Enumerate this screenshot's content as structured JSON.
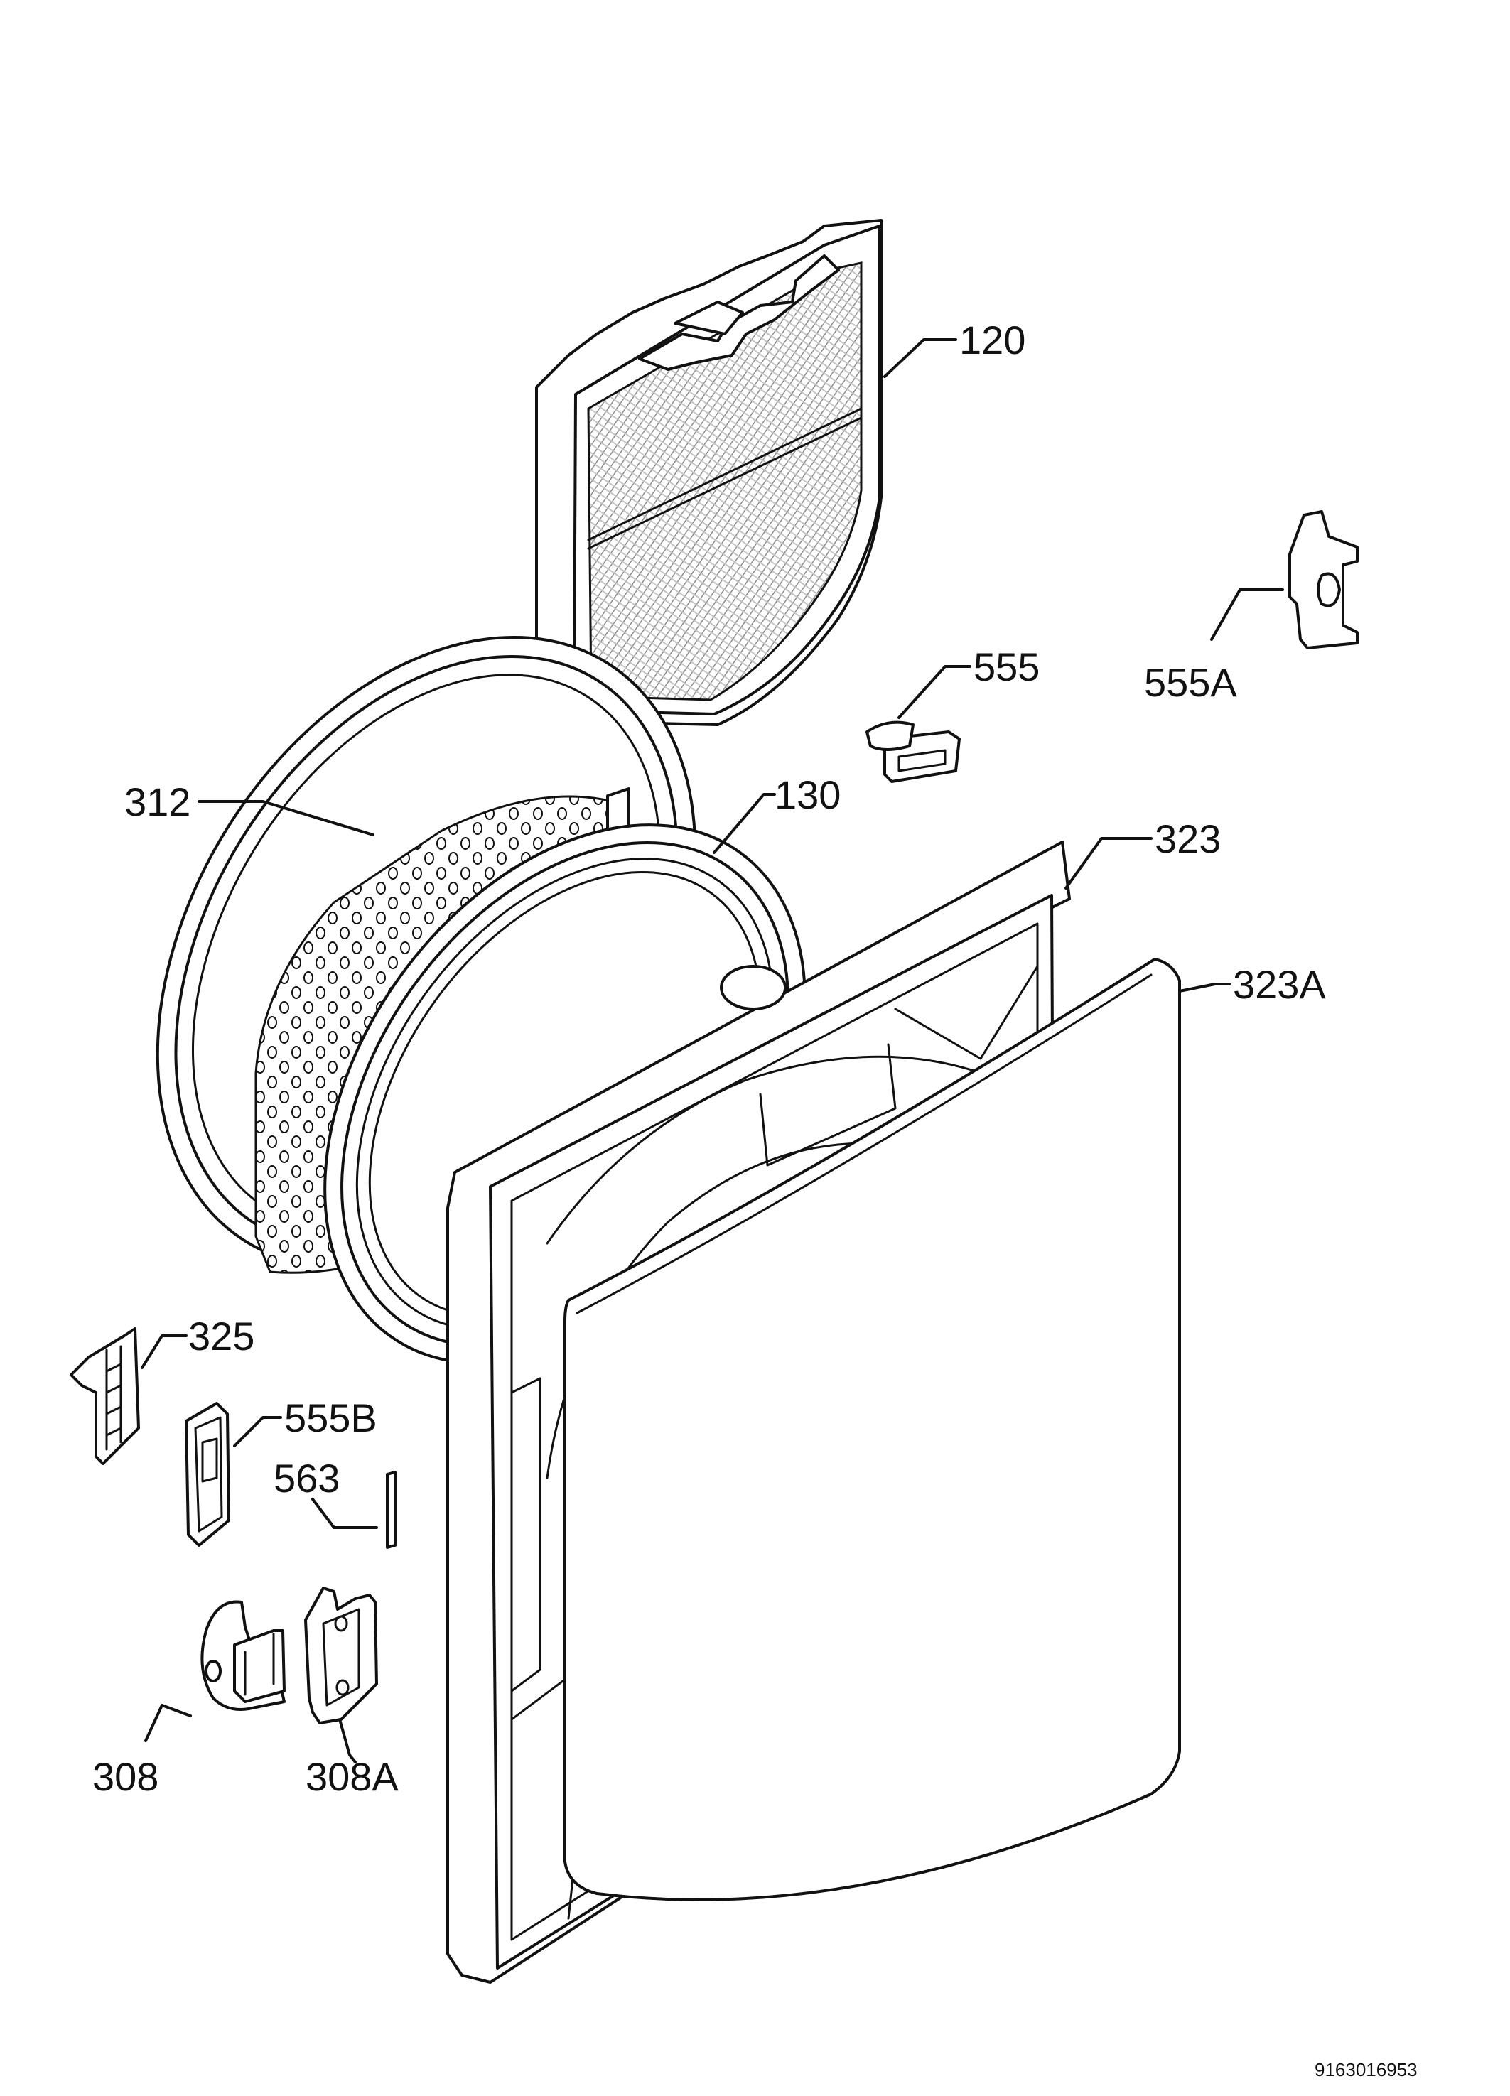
{
  "diagram": {
    "type": "exploded-parts-view",
    "parts": [
      {
        "id": "filter",
        "label": "120"
      },
      {
        "id": "gasket",
        "label": "130"
      },
      {
        "id": "hinge",
        "label": "308"
      },
      {
        "id": "hinge_plate",
        "label": "308A"
      },
      {
        "id": "inner_door",
        "label": "312"
      },
      {
        "id": "door_frame",
        "label": "323"
      },
      {
        "id": "door_panel",
        "label": "323A"
      },
      {
        "id": "catch",
        "label": "325"
      },
      {
        "id": "latch",
        "label": "555"
      },
      {
        "id": "latch_a",
        "label": "555A"
      },
      {
        "id": "latch_b",
        "label": "555B"
      },
      {
        "id": "pin",
        "label": "563"
      }
    ],
    "document_number": "9163016953",
    "colors": {
      "line": "#111111",
      "background": "#ffffff",
      "mesh": "#bdbdbd"
    }
  }
}
